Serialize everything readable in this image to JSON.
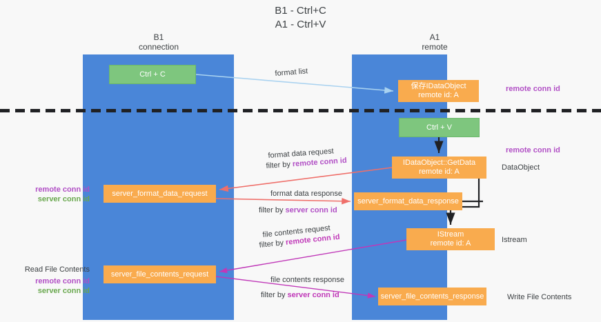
{
  "title": {
    "line1": "B1 - Ctrl+C",
    "line2": "A1 - Ctrl+V"
  },
  "columns": [
    {
      "id": "b1",
      "name": "B1",
      "role": "connection"
    },
    {
      "id": "a1",
      "name": "A1",
      "role": "remote"
    }
  ],
  "nodes": {
    "ctrl_c": {
      "label": "Ctrl + C",
      "color": "#7ec67e"
    },
    "save_idataobject": {
      "label": "保存IDataObject",
      "sub": "remote id: A",
      "color": "#f9ab4e"
    },
    "ctrl_v": {
      "label": "Ctrl + V",
      "color": "#7ec67e"
    },
    "getdata": {
      "label": "IDataObject::GetData",
      "sub": "remote id: A",
      "color": "#f9ab4e"
    },
    "server_format_data_request": {
      "label": "server_format_data_request",
      "color": "#f9ab4e"
    },
    "server_format_data_response": {
      "label": "server_format_data_response",
      "color": "#f9ab4e"
    },
    "istream": {
      "label": "IStream",
      "sub": "remote id: A",
      "color": "#f9ab4e"
    },
    "server_file_contents_request": {
      "label": "server_file_contents_request",
      "color": "#f9ab4e"
    },
    "server_file_contents_response": {
      "label": "server_file_contents_response",
      "color": "#f9ab4e"
    }
  },
  "edge_labels": {
    "format_list": "format list",
    "format_data_request": "format data request",
    "format_data_request_filter_prefix": "filter by ",
    "format_data_request_filter_key": "remote conn id",
    "format_data_response": "format data response",
    "format_data_response_filter_prefix": "filter by ",
    "format_data_response_filter_key": "server conn id",
    "file_contents_request": "file contents request",
    "file_contents_request_filter_prefix": "filter by ",
    "file_contents_request_filter_key": "remote conn id",
    "file_contents_response": "file contents response",
    "file_contents_response_filter_prefix": "filter by ",
    "file_contents_response_filter_key": "server conn id"
  },
  "annotations": {
    "right_top_remote_conn_id": "remote conn id",
    "right_mid_remote_conn_id": "remote conn id",
    "right_dataobject": "DataObject",
    "right_istream": "Istream",
    "right_write_file_contents": "Write File Contents",
    "left_remote_conn_id": "remote conn id",
    "left_server_conn_id": "server conn id",
    "left_read_file_contents": "Read File Contents",
    "left_remote_conn_id_2": "remote conn id",
    "left_server_conn_id_2": "server conn id"
  },
  "colors": {
    "lane": "#4a86d8",
    "green_node": "#7ec67e",
    "orange_node": "#f9ab4e",
    "purple_text": "#b14fc5",
    "green_text": "#6aa84f",
    "magenta_arrow": "#c038b8",
    "red_arrow": "#ef6f6a",
    "light_blue_arrow": "#a9d2f0",
    "black_arrow": "#202124",
    "background": "#f8f8f8"
  }
}
